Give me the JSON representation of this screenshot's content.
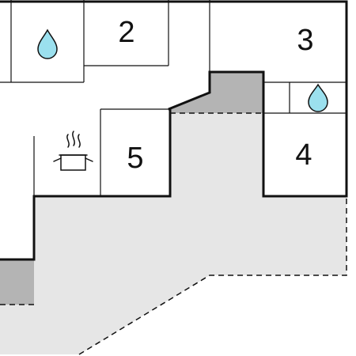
{
  "rooms": [
    {
      "id": "2",
      "label": "2"
    },
    {
      "id": "3",
      "label": "3"
    },
    {
      "id": "4",
      "label": "4"
    },
    {
      "id": "5",
      "label": "5"
    }
  ],
  "icons": [
    {
      "name": "water-drop-icon",
      "meaning": "bathroom"
    },
    {
      "name": "water-drop-icon",
      "meaning": "bathroom"
    },
    {
      "name": "cooking-pot-icon",
      "meaning": "kitchen"
    }
  ],
  "colors": {
    "wall": "#111111",
    "terrace_fill": "#e6e6e6",
    "covered_fill": "#b4b4b4",
    "water_drop": "#9be0ee",
    "background": "#ffffff"
  }
}
